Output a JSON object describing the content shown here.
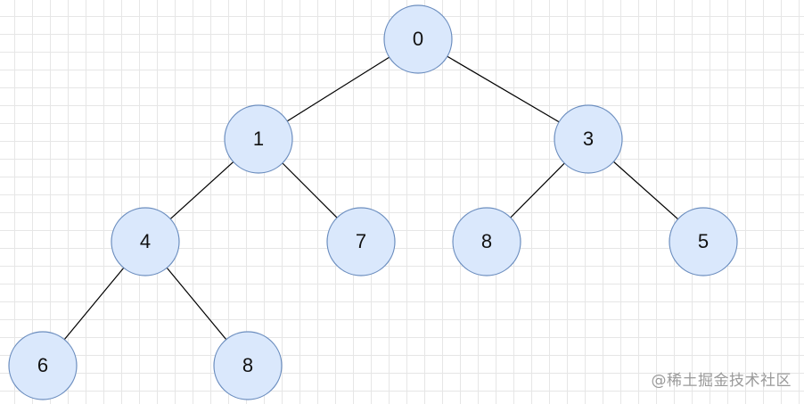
{
  "tree": {
    "nodes": [
      {
        "id": "n0",
        "label": "0"
      },
      {
        "id": "n1",
        "label": "1"
      },
      {
        "id": "n3",
        "label": "3"
      },
      {
        "id": "n4",
        "label": "4"
      },
      {
        "id": "n7",
        "label": "7"
      },
      {
        "id": "n8a",
        "label": "8"
      },
      {
        "id": "n5",
        "label": "5"
      },
      {
        "id": "n6",
        "label": "6"
      },
      {
        "id": "n8b",
        "label": "8"
      }
    ],
    "edges": [
      [
        "n0",
        "n1"
      ],
      [
        "n0",
        "n3"
      ],
      [
        "n1",
        "n4"
      ],
      [
        "n1",
        "n7"
      ],
      [
        "n3",
        "n8a"
      ],
      [
        "n3",
        "n5"
      ],
      [
        "n4",
        "n6"
      ],
      [
        "n4",
        "n8b"
      ]
    ]
  },
  "style": {
    "node_fill": "#dae8fc",
    "node_stroke": "#6c8ebf",
    "edge_color": "#000000"
  },
  "watermark": "@稀土掘金技术社区"
}
